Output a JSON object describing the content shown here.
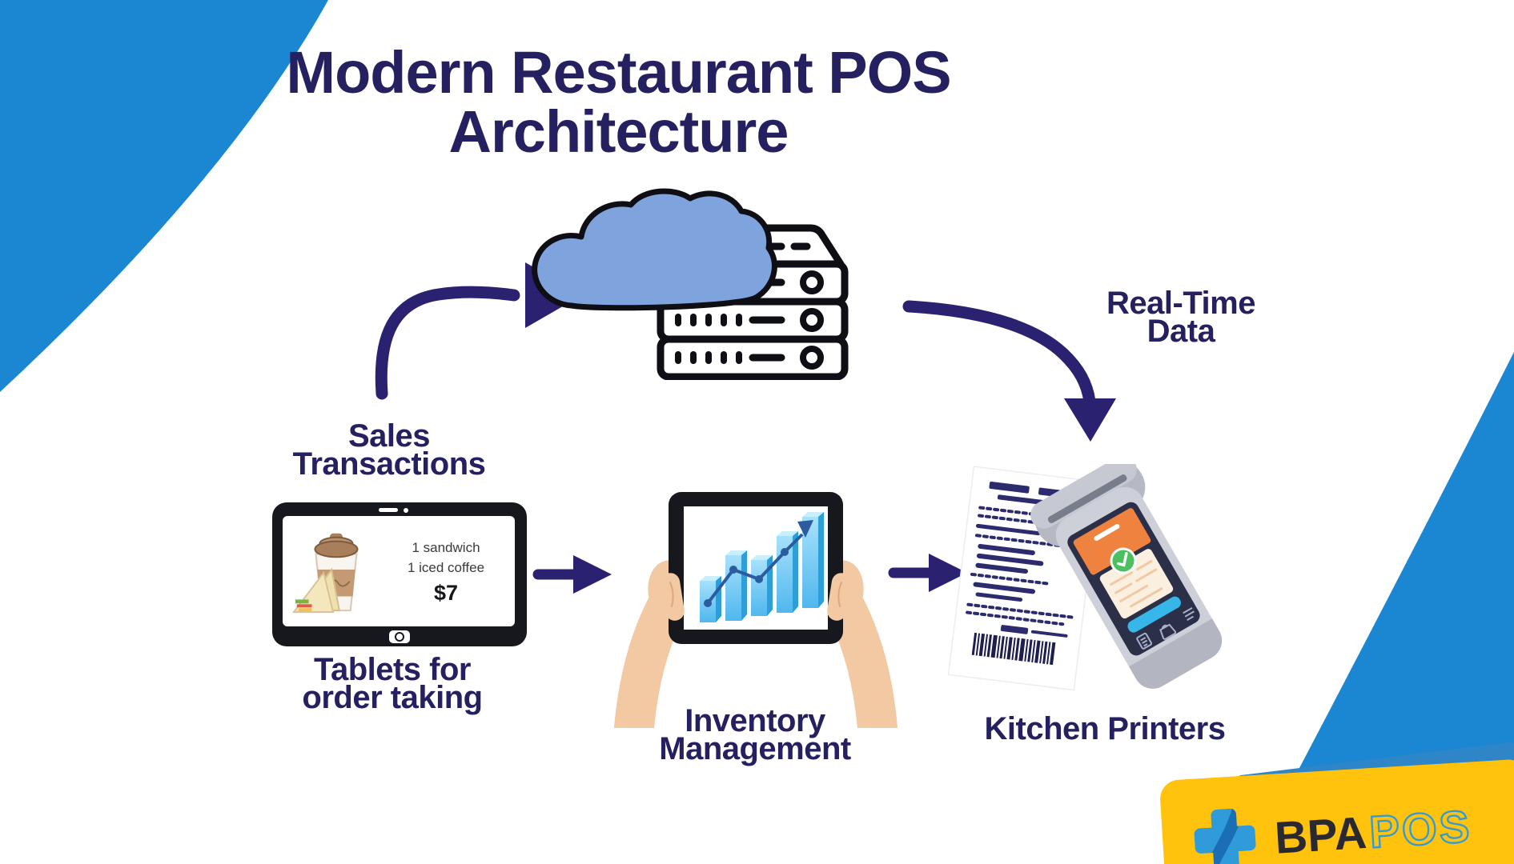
{
  "title": {
    "line1": "Modern Restaurant POS",
    "line2": "Architecture"
  },
  "flow": {
    "sales": {
      "line1": "Sales",
      "line2": "Transactions"
    },
    "tablets": {
      "line1": "Tablets for",
      "line2": "order taking"
    },
    "inventory": {
      "line1": "Inventory",
      "line2": "Management"
    },
    "kitchen": {
      "label": "Kitchen Printers"
    },
    "realtime": {
      "line1": "Real-Time",
      "line2": "Data"
    }
  },
  "order_screen": {
    "item1": "1 sandwich",
    "item2": "1 iced coffee",
    "total": "$7"
  },
  "logo": {
    "bold": "BPA",
    "light": "POS"
  },
  "colors": {
    "navy_text": "#252160",
    "arrow_navy": "#2A2170",
    "corner_blue": "#1B86D1",
    "cloud_blue": "#7FA3DC",
    "server_outline": "#0E0E14",
    "logo_yellow": "#FFC20D",
    "logo_blue": "#2F9CD9",
    "chart_bar_blue": "#4FB7EE",
    "chart_line_blue": "#2C5CA0",
    "hand_skin": "#F2C9A3",
    "terminal_orange": "#F0823F",
    "terminal_green": "#4CC05E",
    "terminal_screen_blue": "#37B6E9"
  },
  "icons": {
    "cloud": "cloud-icon",
    "server": "server-stack-icon",
    "curved_arrow_up": "curved-arrow-up-icon",
    "curved_arrow_down": "curved-arrow-down-icon",
    "arrow_right": "right-arrow-icon",
    "coffee": "coffee-cup-icon",
    "sandwich": "sandwich-icon",
    "bar_chart": "bar-chart-icon",
    "hands": "hands-holding-tablet-icon",
    "receipt": "receipt-icon",
    "pos_terminal": "pos-terminal-icon",
    "barcode": "barcode-icon",
    "cross": "bpa-cross-icon"
  }
}
